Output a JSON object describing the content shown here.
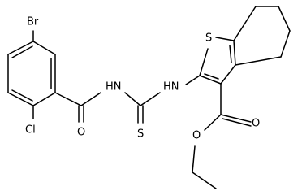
{
  "molecule": {
    "atoms": {
      "br": "Br",
      "cl": "Cl",
      "o_amide": "O",
      "nh_amide": "HN",
      "s_thione": "S",
      "nh_thioamide": "HN",
      "s_ring": "S",
      "o_carbonyl": "O",
      "o_ester": "O"
    },
    "colors": {
      "bond": "#000000",
      "label": "#000000",
      "background": "#ffffff"
    }
  }
}
